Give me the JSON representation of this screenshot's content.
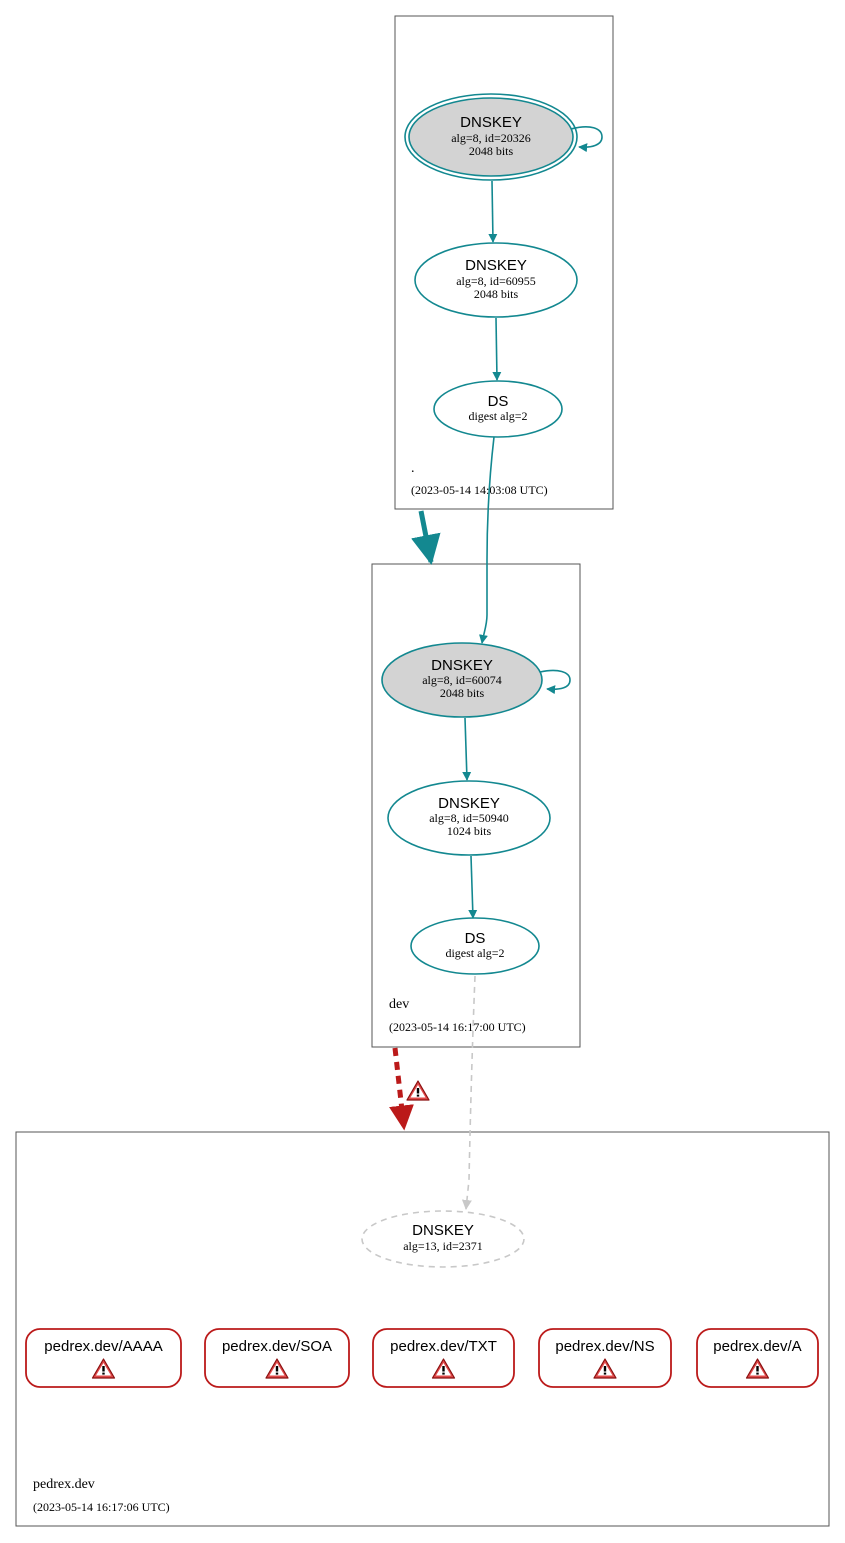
{
  "colors": {
    "secure": "#138890",
    "bogus": "#bb1a1a",
    "insecure_gray": "#c8c8c8",
    "sep_fill": "#d3d3d3",
    "warning_fill": "#e04a4a"
  },
  "zones": {
    "root": {
      "name": ".",
      "timestamp": "(2023-05-14 14:03:08 UTC)",
      "ksk": {
        "title": "DNSKEY",
        "params": "alg=8, id=20326",
        "size": "2048 bits"
      },
      "zsk": {
        "title": "DNSKEY",
        "params": "alg=8, id=60955",
        "size": "2048 bits"
      },
      "ds": {
        "title": "DS",
        "params": "digest alg=2"
      }
    },
    "dev": {
      "name": "dev",
      "timestamp": "(2023-05-14 16:17:00 UTC)",
      "ksk": {
        "title": "DNSKEY",
        "params": "alg=8, id=60074",
        "size": "2048 bits"
      },
      "zsk": {
        "title": "DNSKEY",
        "params": "alg=8, id=50940",
        "size": "1024 bits"
      },
      "ds": {
        "title": "DS",
        "params": "digest alg=2"
      }
    },
    "pedrex": {
      "name": "pedrex.dev",
      "timestamp": "(2023-05-14 16:17:06 UTC)",
      "dnskey": {
        "title": "DNSKEY",
        "params": "alg=13, id=2371"
      },
      "rrsets": [
        {
          "label": "pedrex.dev/AAAA",
          "status": "warning"
        },
        {
          "label": "pedrex.dev/SOA",
          "status": "warning"
        },
        {
          "label": "pedrex.dev/TXT",
          "status": "warning"
        },
        {
          "label": "pedrex.dev/NS",
          "status": "warning"
        },
        {
          "label": "pedrex.dev/A",
          "status": "warning"
        }
      ]
    }
  },
  "icons": {
    "delegation_warning": "warning-triangle-icon",
    "rrset_status": "warning-triangle-icon"
  }
}
